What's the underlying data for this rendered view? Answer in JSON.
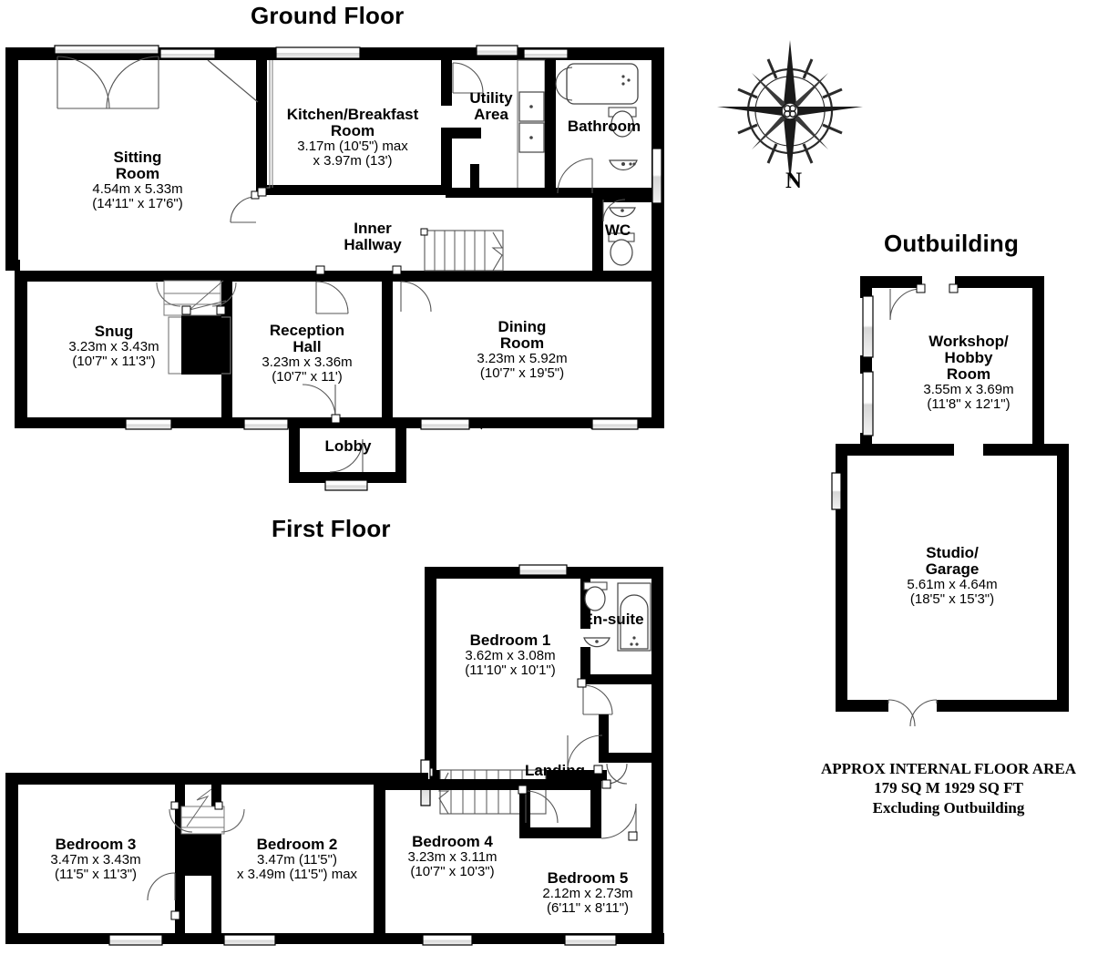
{
  "document": {
    "type": "floor-plan",
    "sections": [
      "Ground Floor",
      "First Floor",
      "Outbuilding"
    ]
  },
  "titles": {
    "ground_floor": "Ground Floor",
    "first_floor": "First Floor",
    "outbuilding": "Outbuilding"
  },
  "compass": {
    "north_label": "N",
    "icon": "compass-rose-icon"
  },
  "ground_floor": {
    "rooms": [
      {
        "name": "Sitting\nRoom",
        "name_lines": [
          "Sitting",
          "Room"
        ],
        "metric": "4.54m x 5.33m",
        "imperial": "(14'11\" x 17'6\")"
      },
      {
        "name_lines": [
          "Kitchen/Breakfast",
          "Room"
        ],
        "metric": "3.17m (10'5\") max",
        "imperial": "x 3.97m (13')"
      },
      {
        "name_lines": [
          "Utility",
          "Area"
        ],
        "metric": "",
        "imperial": ""
      },
      {
        "name_lines": [
          "Bathroom"
        ],
        "metric": "",
        "imperial": ""
      },
      {
        "name_lines": [
          "WC"
        ],
        "metric": "",
        "imperial": ""
      },
      {
        "name_lines": [
          "Inner",
          "Hallway"
        ],
        "metric": "",
        "imperial": ""
      },
      {
        "name_lines": [
          "Snug"
        ],
        "metric": "3.23m x 3.43m",
        "imperial": "(10'7\" x 11'3\")"
      },
      {
        "name_lines": [
          "Reception",
          "Hall"
        ],
        "metric": "3.23m x 3.36m",
        "imperial": "(10'7\" x 11')"
      },
      {
        "name_lines": [
          "Dining",
          "Room"
        ],
        "metric": "3.23m x 5.92m",
        "imperial": "(10'7\" x 19'5\")"
      },
      {
        "name_lines": [
          "Lobby"
        ],
        "metric": "",
        "imperial": ""
      }
    ],
    "labels": {
      "sitting_room_name": "Sitting",
      "sitting_room_name2": "Room",
      "sitting_room_metric": "4.54m x 5.33m",
      "sitting_room_imperial": "(14'11\" x 17'6\")",
      "kitchen_name": "Kitchen/Breakfast",
      "kitchen_name2": "Room",
      "kitchen_metric": "3.17m (10'5\") max",
      "kitchen_imperial": "x 3.97m (13')",
      "utility_name": "Utility",
      "utility_name2": "Area",
      "bathroom_name": "Bathroom",
      "wc_name": "WC",
      "inner_hallway_name": "Inner",
      "inner_hallway_name2": "Hallway",
      "snug_name": "Snug",
      "snug_metric": "3.23m x 3.43m",
      "snug_imperial": "(10'7\" x 11'3\")",
      "reception_name": "Reception",
      "reception_name2": "Hall",
      "reception_metric": "3.23m x 3.36m",
      "reception_imperial": "(10'7\" x 11')",
      "dining_name": "Dining",
      "dining_name2": "Room",
      "dining_metric": "3.23m x 5.92m",
      "dining_imperial": "(10'7\" x 19'5\")",
      "lobby_name": "Lobby"
    }
  },
  "first_floor": {
    "labels": {
      "bedroom1_name": "Bedroom 1",
      "bedroom1_metric": "3.62m x 3.08m",
      "bedroom1_imperial": "(11'10\" x 10'1\")",
      "ensuite_name": "En-suite",
      "landing_name": "Landing",
      "bedroom2_name": "Bedroom 2",
      "bedroom2_metric": "3.47m (11'5\")",
      "bedroom2_imperial": "x 3.49m (11'5\") max",
      "bedroom3_name": "Bedroom 3",
      "bedroom3_metric": "3.47m x 3.43m",
      "bedroom3_imperial": "(11'5\" x 11'3\")",
      "bedroom4_name": "Bedroom 4",
      "bedroom4_metric": "3.23m x 3.11m",
      "bedroom4_imperial": "(10'7\" x 10'3\")",
      "bedroom5_name": "Bedroom 5",
      "bedroom5_metric": "2.12m x 2.73m",
      "bedroom5_imperial": "(6'11\" x 8'11\")"
    }
  },
  "outbuilding": {
    "labels": {
      "workshop_name": "Workshop/",
      "workshop_name2": "Hobby",
      "workshop_name3": "Room",
      "workshop_metric": "3.55m x 3.69m",
      "workshop_imperial": "(11'8\" x 12'1\")",
      "studio_name": "Studio/",
      "studio_name2": "Garage",
      "studio_metric": "5.61m x 4.64m",
      "studio_imperial": "(18'5\" x 15'3\")"
    }
  },
  "footer": {
    "line1": "APPROX INTERNAL FLOOR AREA",
    "line2": "179 SQ M 1929 SQ FT",
    "line3": "Excluding Outbuilding"
  },
  "colors": {
    "wall": "#000000",
    "fill": "#ffffff",
    "fixture_stroke": "#3b3b3b",
    "window_fill": "#e8e8e8"
  }
}
